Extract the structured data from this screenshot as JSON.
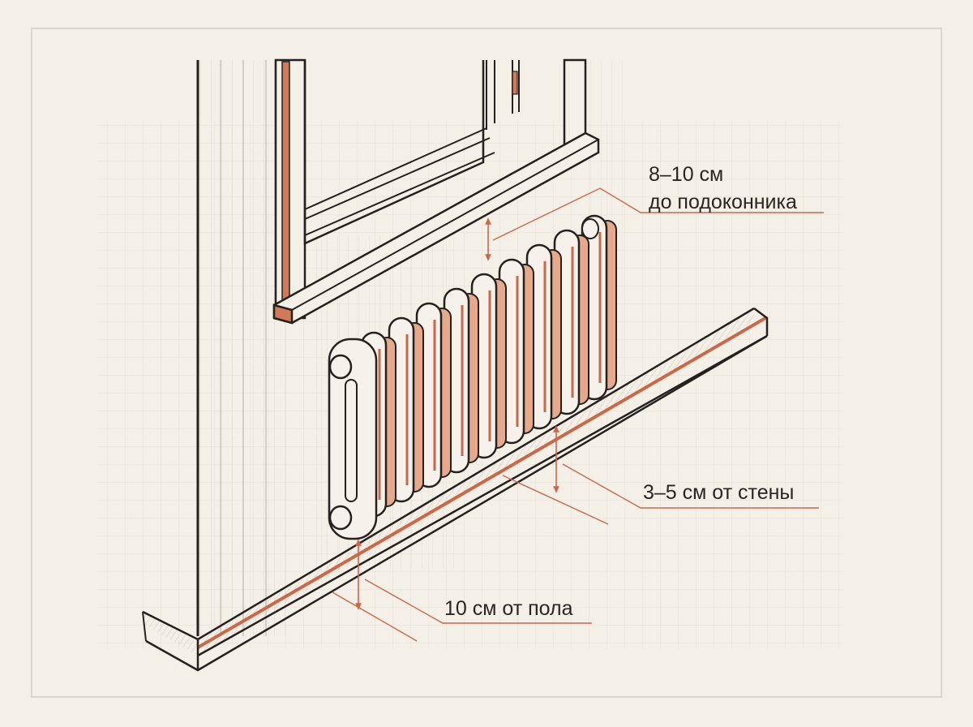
{
  "colors": {
    "background": "#f4f0e8",
    "ink": "#25211e",
    "accent": "#c9694a",
    "accent_fill": "#e7a98b",
    "grid": "#e2ddd4"
  },
  "labels": {
    "sill_line1": "8–10 см",
    "sill_line2": "до подоконника",
    "wall": "3–5 см от стены",
    "floor": "10 см от пола"
  },
  "icons": {
    "radiator": "radiator-icon",
    "window": "window-icon",
    "arrow": "double-arrow-icon"
  }
}
